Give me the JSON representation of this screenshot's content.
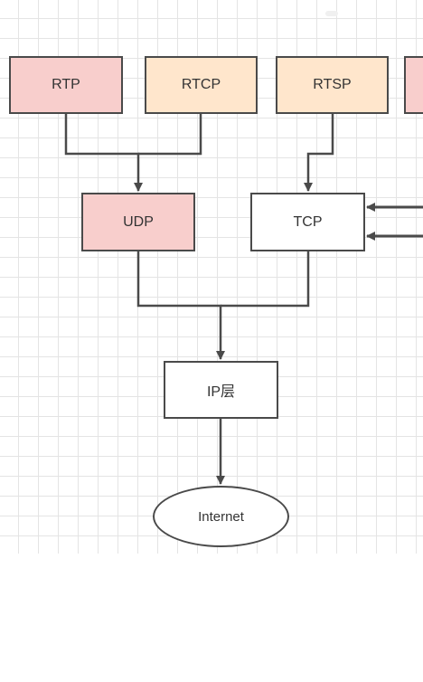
{
  "colors": {
    "pink_fill": "#f8cecc",
    "peach_fill": "#ffe6cc",
    "white_fill": "#ffffff",
    "stroke": "#4a4a4a",
    "grid": "#e4e4e4"
  },
  "nodes": {
    "rtp": {
      "label": "RTP",
      "fill": "#f8cecc"
    },
    "rtcp": {
      "label": "RTCP",
      "fill": "#ffe6cc"
    },
    "rtsp": {
      "label": "RTSP",
      "fill": "#ffe6cc"
    },
    "partial_right": {
      "label": "",
      "fill": "#f8cecc"
    },
    "udp": {
      "label": "UDP",
      "fill": "#f8cecc"
    },
    "tcp": {
      "label": "TCP",
      "fill": "#ffffff"
    },
    "ip": {
      "label": "IP层",
      "fill": "#ffffff"
    },
    "internet": {
      "label": "Internet",
      "fill": "#ffffff"
    }
  },
  "edges": [
    {
      "from": "rtp",
      "to": "udp"
    },
    {
      "from": "rtcp",
      "to": "udp"
    },
    {
      "from": "rtsp",
      "to": "tcp"
    },
    {
      "from": "offscreen",
      "to": "tcp"
    },
    {
      "from": "offscreen",
      "to": "tcp"
    },
    {
      "from": "udp",
      "to": "ip"
    },
    {
      "from": "tcp",
      "to": "ip"
    },
    {
      "from": "ip",
      "to": "internet"
    }
  ]
}
